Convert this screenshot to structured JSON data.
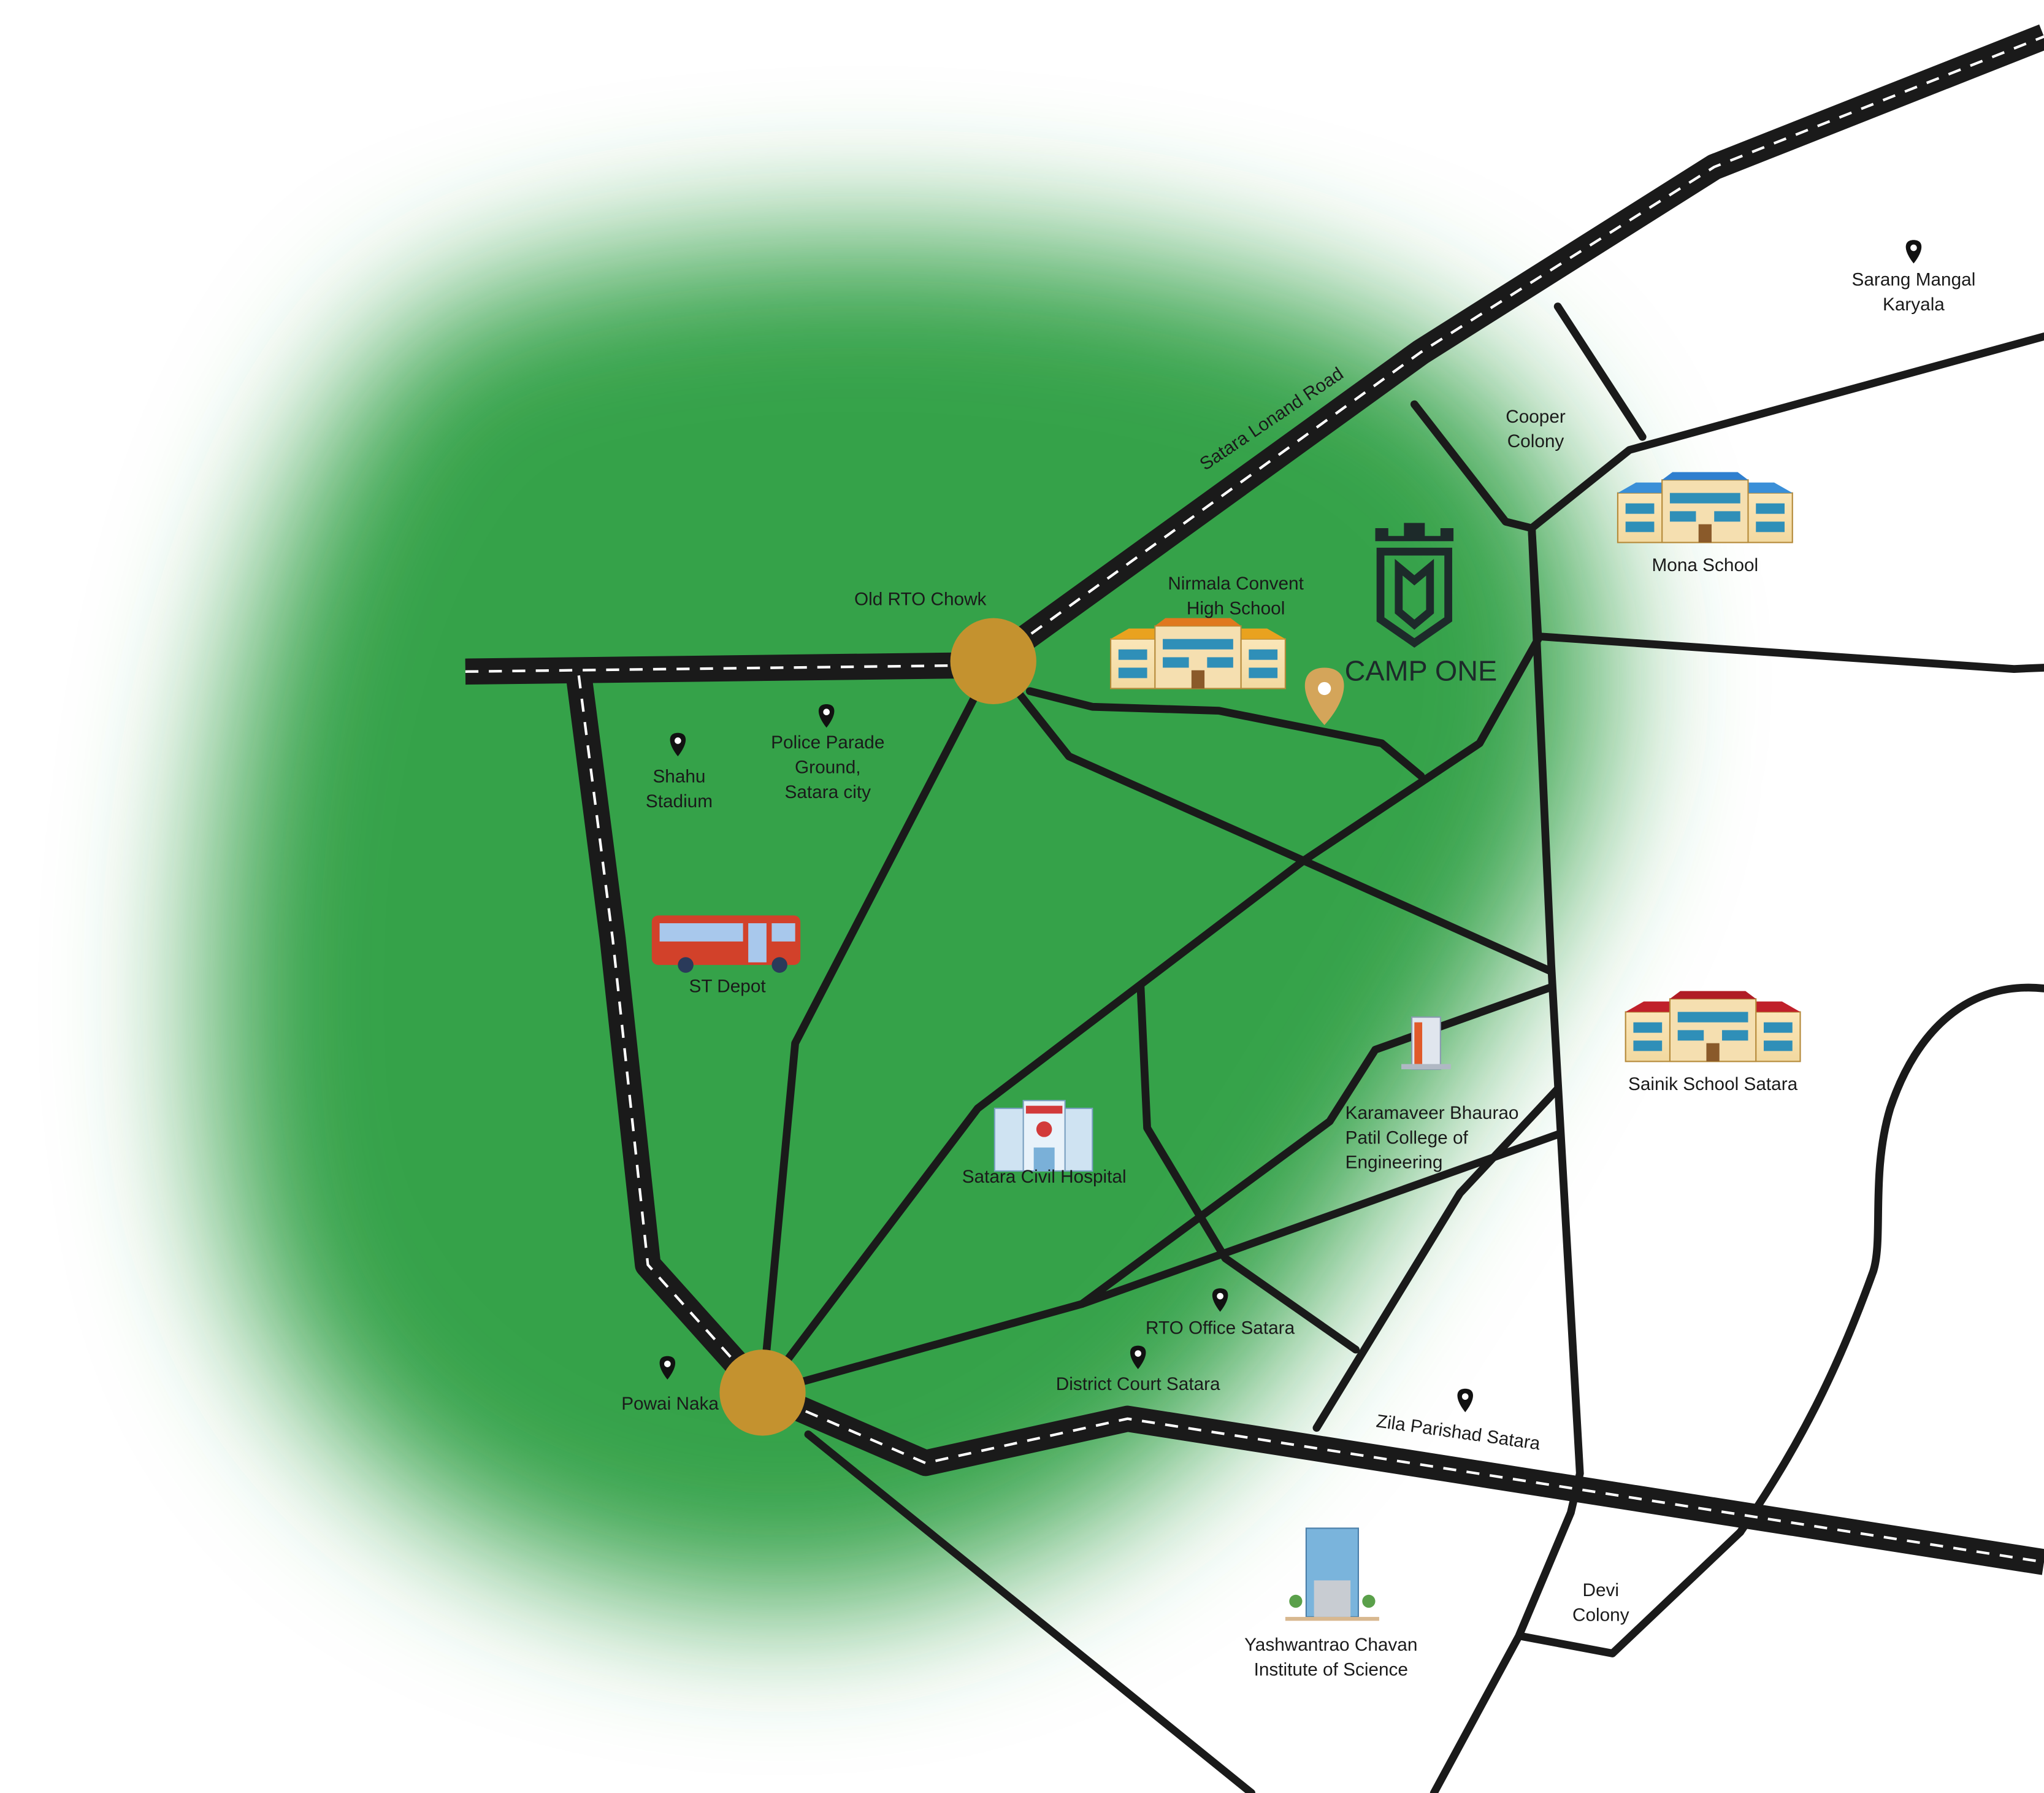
{
  "brand": {
    "name": "CAMP ONE",
    "logo_icon": "castle-shield-icon"
  },
  "colors": {
    "zone_green": "#34a24a",
    "junction_gold": "#c4922f",
    "road": "#1a1a1a"
  },
  "roads": {
    "satara_lonand": "Satara Lonand Road",
    "zila_parishad": "Zila Parishad Satara"
  },
  "junctions": {
    "old_rto": "Old RTO Chowk",
    "powai": "Powai Naka"
  },
  "places": {
    "shahu": [
      "Shahu",
      "Stadium"
    ],
    "police": [
      "Police Parade",
      "Ground,",
      "Satara city"
    ],
    "st_depot": "ST Depot",
    "nirmala": [
      "Nirmala Convent",
      "High School"
    ],
    "cooper": [
      "Cooper",
      "Colony"
    ],
    "sarang": [
      "Sarang Mangal",
      "Karyala"
    ],
    "mona": "Mona School",
    "sainik": "Sainik School Satara",
    "karamaveer": [
      "Karamaveer Bhaurao",
      "Patil College of",
      "Engineering"
    ],
    "civil": "Satara Civil Hospital",
    "rto_office": "RTO Office Satara",
    "court": "District Court Satara",
    "yashwantrao": [
      "Yashwantrao Chavan",
      "Institute of Science"
    ],
    "devi": [
      "Devi",
      "Colony"
    ]
  }
}
